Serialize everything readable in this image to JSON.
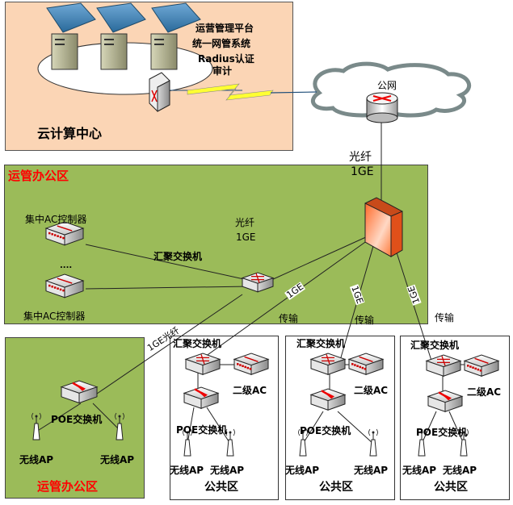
{
  "zones": {
    "cloud_center": {
      "title": "云计算中心",
      "fill": "#fbd5b5"
    },
    "ops_office_top": {
      "title": "运管办公区",
      "fill": "#9bbb59"
    },
    "ops_office_bottom": {
      "title": "运管办公区",
      "fill": "#9bbb59"
    },
    "public_1": {
      "title": "公共区"
    },
    "public_2": {
      "title": "公共区"
    },
    "public_3": {
      "title": "公共区"
    }
  },
  "cloud_center": {
    "services": [
      "运营管理平台",
      "统一网管系统",
      "Radius认证",
      "审计"
    ]
  },
  "internet": {
    "label": "公网"
  },
  "links": {
    "internet_to_firewall": [
      "光纤",
      "1GE"
    ],
    "firewall_to_core": [
      "光纤",
      "1GE"
    ],
    "firewall_to_public_1": "1GE",
    "firewall_to_public_2": "1GE",
    "firewall_to_public_3": "1GE",
    "transport_1": "传输",
    "transport_2": "传输",
    "transport_3": "传输",
    "core_to_ops_bottom": "1GE光纤"
  },
  "ops_office": {
    "ac_controller_1": "集中AC控制器",
    "ellipsis": "....",
    "ac_controller_2": "集中AC控制器",
    "aggregation_switch": "汇聚交换机"
  },
  "ops_bottom": {
    "poe_switch": "POE交换机",
    "ap_left": "无线AP",
    "ap_right": "无线AP"
  },
  "public_areas": [
    {
      "agg": "汇聚交换机",
      "ac": "二级AC",
      "poe": "POE交换机",
      "ap1": "无线AP",
      "ap2": "无线AP",
      "title": "公共区"
    },
    {
      "agg": "汇聚交换机",
      "ac": "二级AC",
      "poe": "POE交换机",
      "ap1": "无线AP",
      "ap2": "无线AP",
      "title": "公共区"
    },
    {
      "agg": "汇聚交换机",
      "ac": "二级AC",
      "poe": "POE交换机",
      "ap1": "无线AP",
      "ap2": "无线AP",
      "title": "公共区"
    }
  ]
}
